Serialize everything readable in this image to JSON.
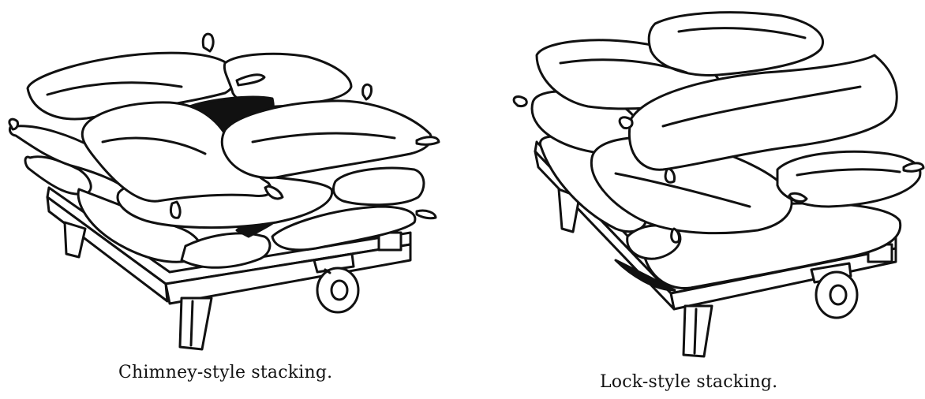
{
  "figures": [
    {
      "caption": "Chimney-style stacking.",
      "icon": "sandbag-pallet-chimney-illustration"
    },
    {
      "caption": "Lock-style stacking.",
      "icon": "sandbag-pallet-lock-illustration"
    }
  ],
  "colors": {
    "ink": "#111111",
    "paper": "#ffffff"
  }
}
